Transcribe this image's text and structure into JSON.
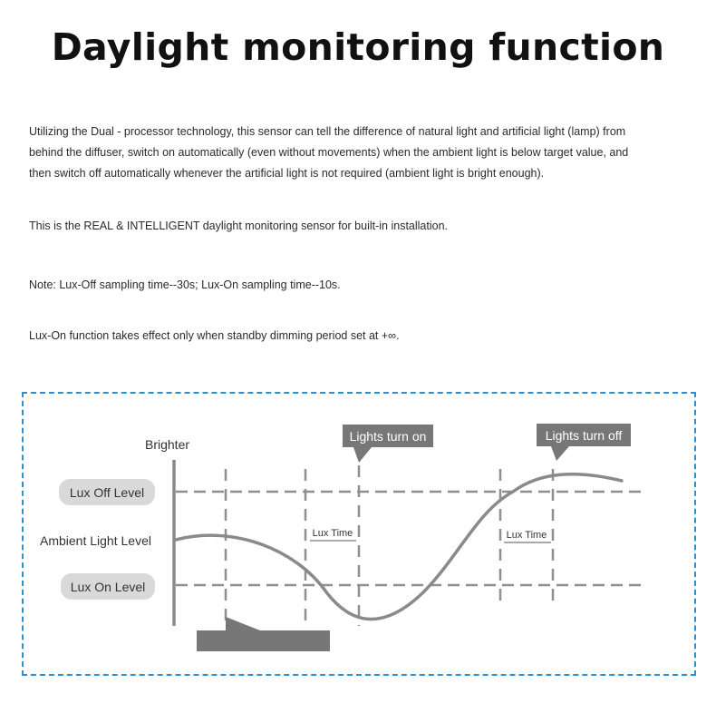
{
  "title": "Daylight monitoring function",
  "paragraphs": {
    "p1": "Utilizing the Dual - processor technology, this sensor can tell the difference of natural light and artificial light (lamp) from behind the diffuser, switch on automatically (even without movements) when the ambient light is below target value, and then switch off automatically whenever the artificial light is not required (ambient light is bright enough).",
    "p2": "This is the REAL & INTELLIGENT daylight monitoring sensor for built-in installation.",
    "p3": "Note:  Lux-Off sampling time--30s;  Lux-On sampling time--10s.",
    "p4": "Lux-On function takes effect only when standby dimming period set at +∞."
  },
  "diagram": {
    "brighter": "Brighter",
    "lux_off_level": "Lux Off Level",
    "ambient_light_level": "Ambient Light Level",
    "lux_on_level": "Lux On Level",
    "lights_turn_on": "Lights turn on",
    "lights_turn_off": "Lights turn off",
    "lux_time": "Lux Time",
    "colors": {
      "border": "#2b8fd0",
      "curve": "#8a8a8a",
      "dash": "#8f8f8f",
      "pill": "#d9d9d9",
      "callout": "#777777"
    }
  }
}
